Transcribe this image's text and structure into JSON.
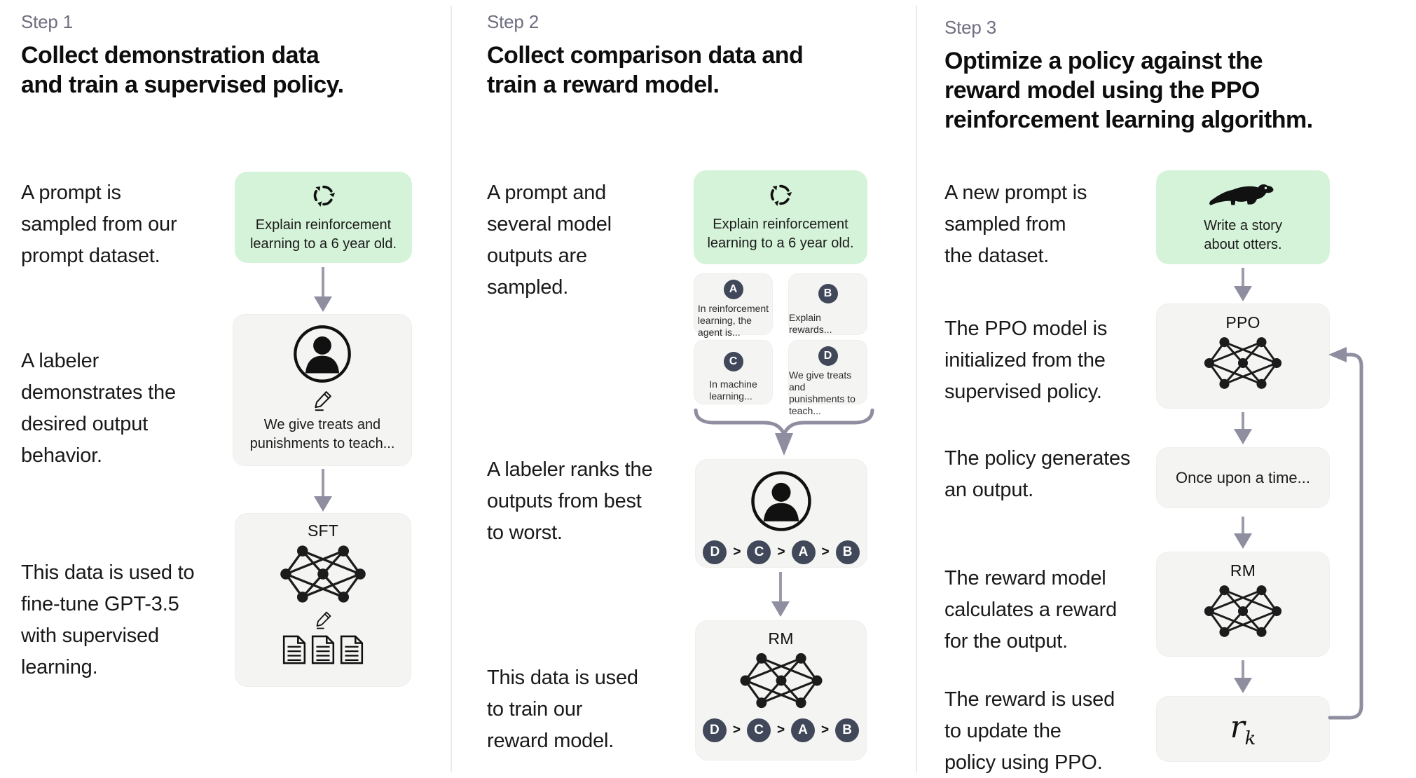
{
  "colors": {
    "prompt_green": "#d5f3d9",
    "card_gray": "#f4f4f3",
    "arrow_gray": "#8e8ea0",
    "rank_circle": "#404859"
  },
  "steps": [
    {
      "label": "Step 1",
      "title": "Collect demonstration data\nand train a supervised policy.",
      "captions": {
        "prompt_sampled": "A prompt is\nsampled from our\nprompt dataset.",
        "labeler_demo": "A labeler\ndemonstrates the\ndesired output\nbehavior.",
        "finetune": "This data is used to\nfine-tune GPT-3.5\nwith supervised\nlearning."
      },
      "prompt_card": {
        "icon": "refresh-cycle-icon",
        "text": "Explain reinforcement\nlearning to a 6 year old."
      },
      "labeler_card": {
        "icons": [
          "labeler-person-icon",
          "pencil-icon"
        ],
        "text": "We give treats and\npunishments to teach..."
      },
      "model_card": {
        "title": "SFT",
        "icons": [
          "neural-network-icon",
          "pencil-icon",
          "documents-icon"
        ]
      }
    },
    {
      "label": "Step 2",
      "title": "Collect comparison data and\ntrain a reward model.",
      "captions": {
        "outputs_sampled": "A prompt and\nseveral model\noutputs are\nsampled.",
        "labeler_ranks": "A labeler ranks the\noutputs from best\nto worst.",
        "train_rm": "This data is used\nto train our\nreward model."
      },
      "prompt_card": {
        "icon": "refresh-cycle-icon",
        "text": "Explain reinforcement\nlearning to a 6 year old."
      },
      "outputs": [
        {
          "letter": "A",
          "text": "In reinforcement\nlearning, the\nagent is..."
        },
        {
          "letter": "B",
          "text": "Explain rewards..."
        },
        {
          "letter": "C",
          "text": "In machine\nlearning..."
        },
        {
          "letter": "D",
          "text": "We give treats and\npunishments to\nteach..."
        }
      ],
      "rank_sep": ">",
      "ranking": [
        "D",
        "C",
        "A",
        "B"
      ],
      "labeler_card": {
        "icon": "labeler-person-icon"
      },
      "model_card": {
        "title": "RM",
        "icon": "neural-network-icon"
      }
    },
    {
      "label": "Step 3",
      "title": "Optimize a policy against the\nreward model using the PPO\nreinforcement learning algorithm.",
      "captions": {
        "new_prompt": "A new prompt is\nsampled from\nthe dataset.",
        "ppo_init": "The PPO model is\ninitialized from the\nsupervised policy.",
        "policy_output": "The policy generates\nan output.",
        "rm_reward": "The reward model\ncalculates a reward\nfor the output.",
        "reward_update": "The reward is used\nto update the\npolicy using PPO."
      },
      "prompt_card": {
        "icon": "otter-icon",
        "text": "Write a story\nabout otters."
      },
      "ppo_card": {
        "title": "PPO",
        "icon": "neural-network-icon"
      },
      "output_card": {
        "text": "Once upon a time..."
      },
      "rm_card": {
        "title": "RM",
        "icon": "neural-network-icon"
      },
      "reward_card": {
        "base": "r",
        "sub": "k"
      }
    }
  ]
}
